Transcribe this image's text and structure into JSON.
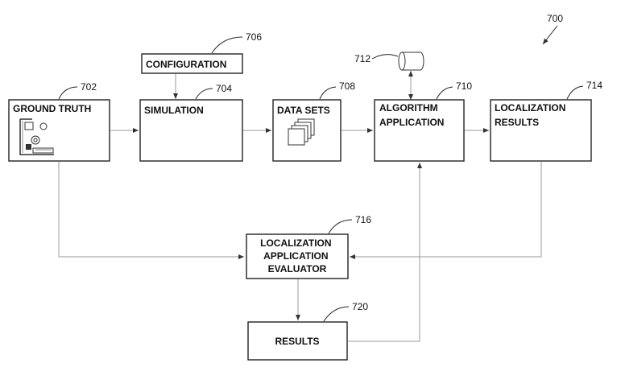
{
  "figure_number": "700",
  "blocks": {
    "ground_truth": {
      "label": "GROUND TRUTH",
      "ref": "702"
    },
    "simulation": {
      "label": "SIMULATION",
      "ref": "704"
    },
    "configuration": {
      "label": "CONFIGURATION",
      "ref": "706"
    },
    "data_sets": {
      "label": "DATA SETS",
      "ref": "708"
    },
    "algorithm_application": {
      "label_lines": [
        "ALGORITHM",
        "APPLICATION"
      ],
      "ref": "710"
    },
    "storage": {
      "ref": "712"
    },
    "localization_results": {
      "label_lines": [
        "LOCALIZATION",
        "RESULTS"
      ],
      "ref": "714"
    },
    "evaluator": {
      "label_lines": [
        "LOCALIZATION",
        "APPLICATION",
        "EVALUATOR"
      ],
      "ref": "716"
    },
    "results": {
      "label": "RESULTS",
      "ref": "720"
    }
  }
}
